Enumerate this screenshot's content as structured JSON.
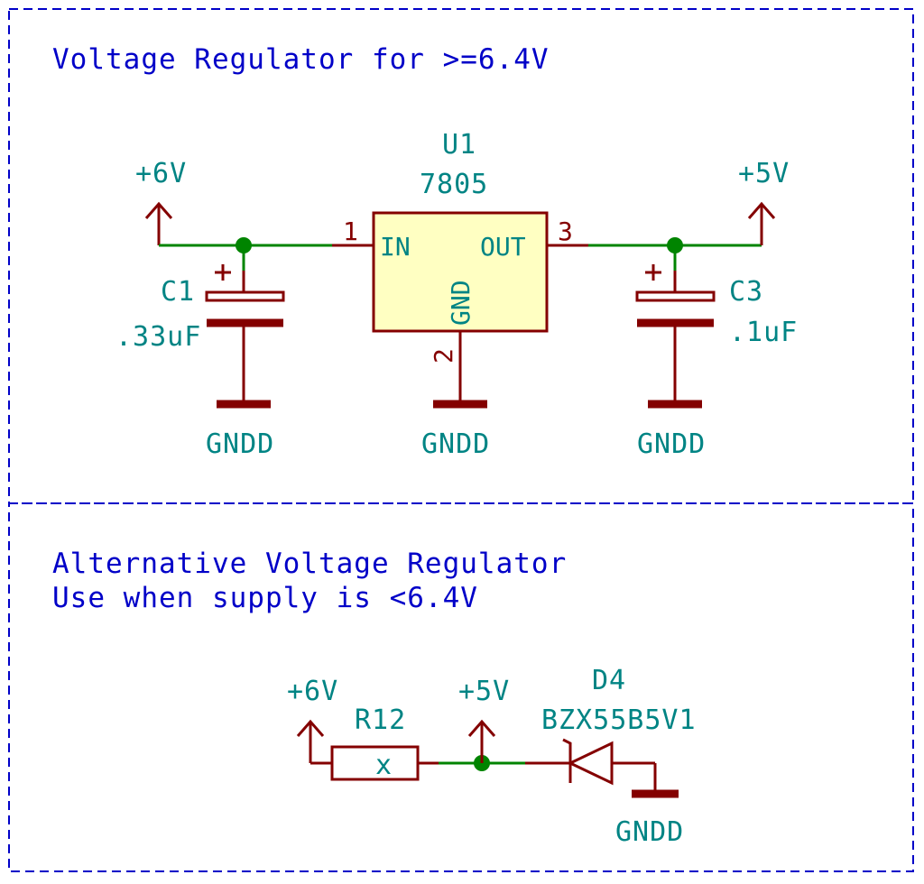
{
  "notes": {
    "top": "Voltage Regulator for >=6.4V",
    "bottom_line1": "Alternative Voltage Regulator",
    "bottom_line2": "Use when supply is <6.4V"
  },
  "regulator": {
    "ref": "U1",
    "value": "7805",
    "pin_in_number": "1",
    "pin_in_name": "IN",
    "pin_out_number": "3",
    "pin_out_name": "OUT",
    "pin_gnd_number": "2",
    "pin_gnd_name": "GND"
  },
  "c1": {
    "ref": "C1",
    "value": ".33uF",
    "polarity": "+"
  },
  "c3": {
    "ref": "C3",
    "value": ".1uF",
    "polarity": "+"
  },
  "power": {
    "in_top": "+6V",
    "out_top": "+5V",
    "gnd1": "GNDD",
    "gnd2": "GNDD",
    "gnd3": "GNDD",
    "in_bottom": "+6V",
    "out_bottom": "+5V",
    "gnd4": "GNDD"
  },
  "r12": {
    "ref": "R12",
    "mark": "x"
  },
  "d4": {
    "ref": "D4",
    "value": "BZX55B5V1"
  },
  "colors": {
    "wire": "#008400",
    "component": "#840000",
    "ic_fill": "#ffffc2",
    "label": "#008484",
    "note": "#0000c8"
  }
}
